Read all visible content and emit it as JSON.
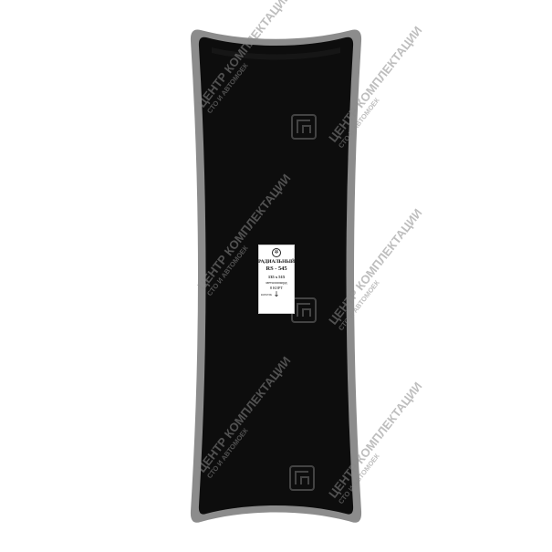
{
  "label": {
    "logo_glyph": "✲",
    "type": "РАДИАЛЬНЫЙ",
    "model": "RS - 545",
    "size": "135 х 515",
    "material": "металлокорд",
    "ply": "8 КОРТ",
    "maker": "ROSSVIK",
    "arrow_glyph": "↓"
  },
  "watermark": {
    "line1": "ЦЕНТР КОМПЛЕКТАЦИИ",
    "line2": "СТО И АВТОМОЕК"
  },
  "colors": {
    "patch_fill": "#0d0d0d",
    "patch_rim": "#8c8c8c",
    "background": "#ffffff"
  }
}
